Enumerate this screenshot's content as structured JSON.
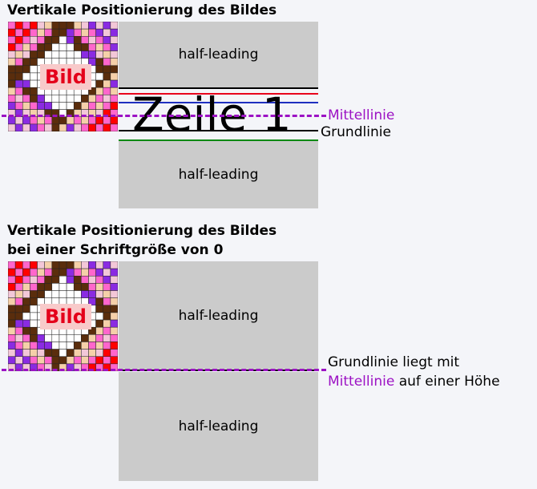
{
  "section1": {
    "title": "Vertikale Positionierung des Bildes",
    "image_label": "Bild",
    "leading_top": "half-leading",
    "leading_bottom": "half-leading",
    "line_text": "Zeile 1",
    "midline_label": "Mittellinie",
    "baseline_label": "Grundlinie"
  },
  "section2": {
    "title_line1": "Vertikale Positionierung des Bildes",
    "title_line2": "bei einer Schriftgröße von 0",
    "image_label": "Bild",
    "leading_top": "half-leading",
    "leading_bottom": "half-leading",
    "note_line1": "Grundlinie liegt mit",
    "note_midline": "Mittellinie",
    "note_rest": " auf einer Höhe"
  },
  "colors": {
    "midline": "#9c12c4",
    "ascender_line": "#e8001c",
    "x_height_line": "#1f2fbf",
    "descender_line": "#0b8a14",
    "top_line": "#000000",
    "leading_fill": "#cbcbcb",
    "image_label": "#e4001a"
  }
}
